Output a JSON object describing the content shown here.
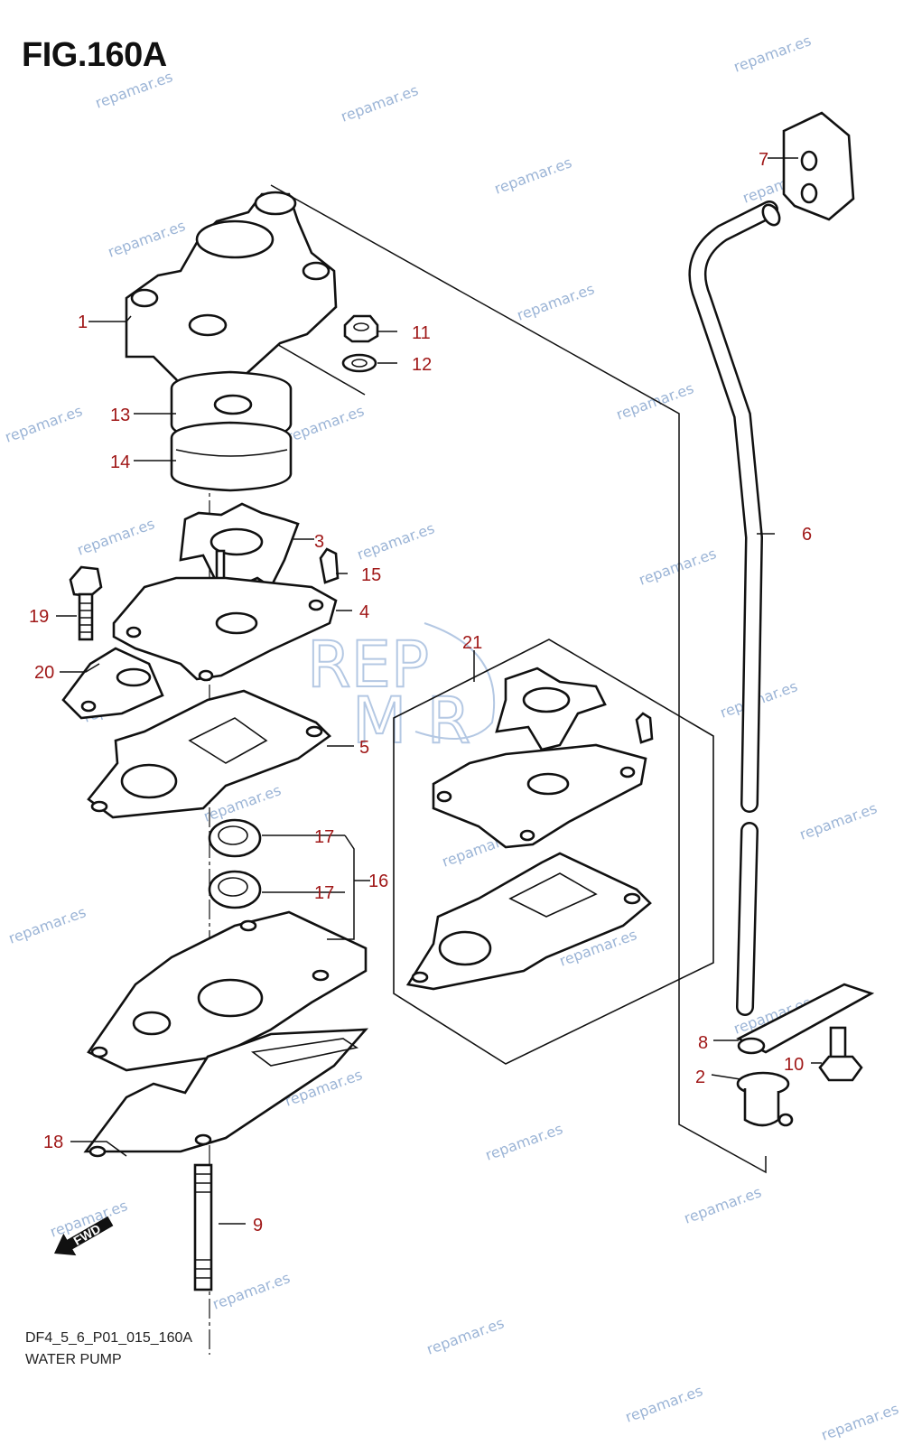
{
  "figure": {
    "title": "FIG.160A"
  },
  "footer": {
    "code": "DF4_5_6_P01_015_160A",
    "name": "WATER PUMP"
  },
  "fwd_label": "FWD",
  "logo_text": {
    "line1": "REP",
    "line2": "M R"
  },
  "callouts": [
    "1",
    "2",
    "3",
    "4",
    "5",
    "6",
    "7",
    "8",
    "9",
    "10",
    "11",
    "12",
    "13",
    "14",
    "15",
    "16",
    "17",
    "17",
    "18",
    "19",
    "20",
    "21"
  ],
  "watermark": "repamar.es",
  "colors": {
    "callout": "#a01818",
    "line": "#111111",
    "watermark": "#4a78b5"
  }
}
